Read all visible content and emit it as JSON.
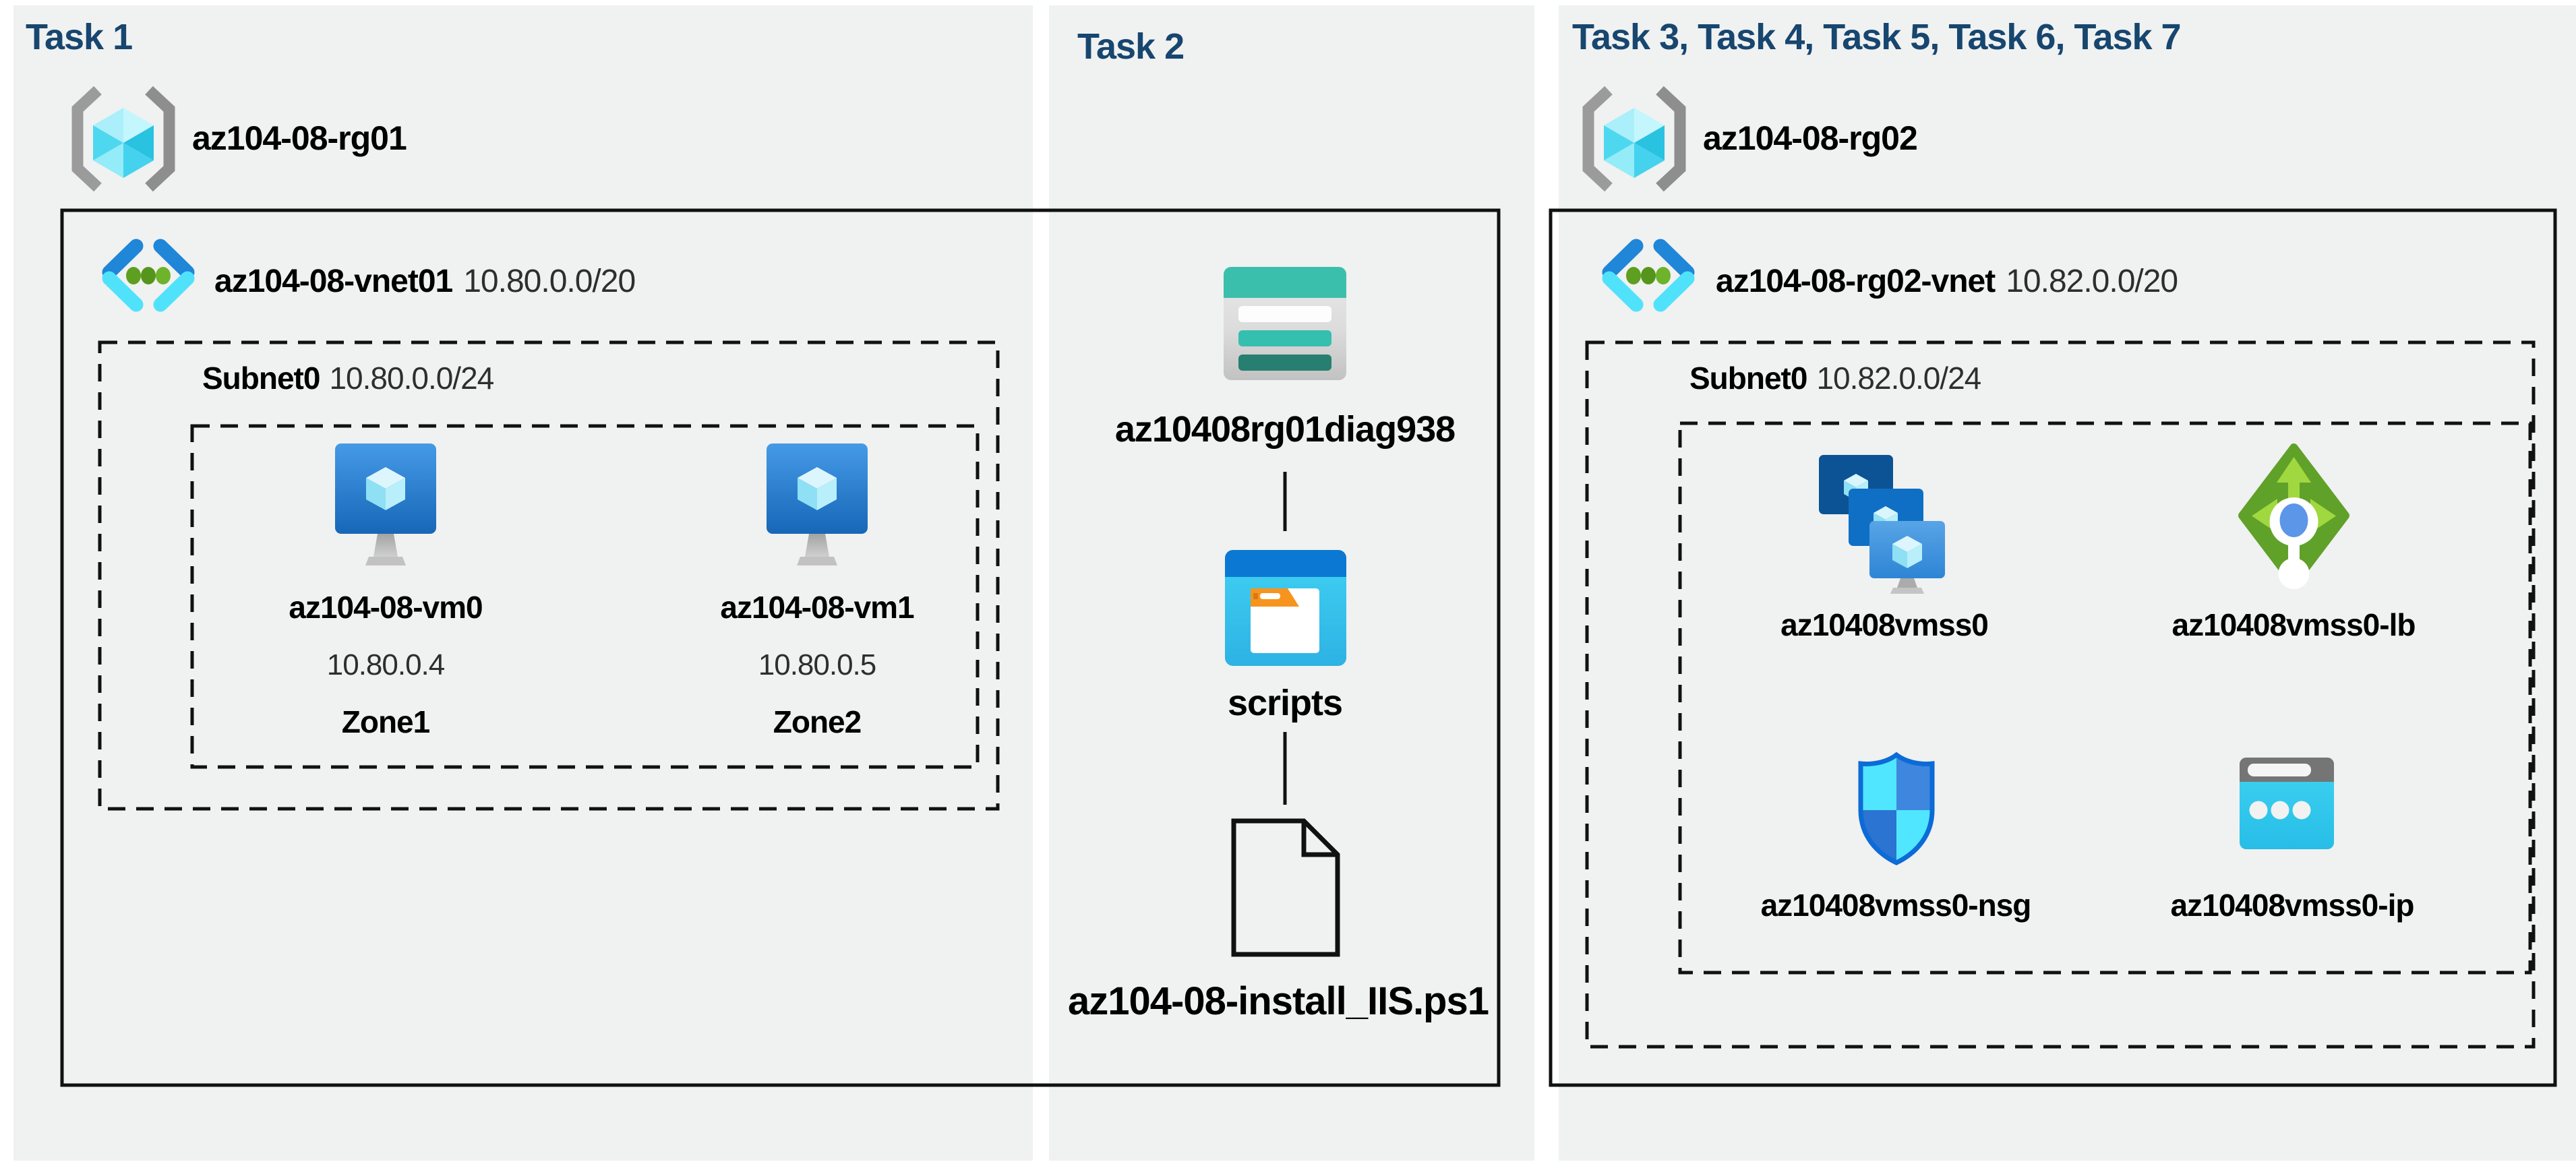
{
  "colors": {
    "background": "#ffffff",
    "panel": "#f0f1f1",
    "heading": "#17466f",
    "box_border": "#111111",
    "label": "#000000",
    "value": "#2e2e2e",
    "icon_azure_blue": "#1f86d8",
    "icon_cyan": "#50e6ff",
    "icon_green": "#60a129",
    "icon_teal": "#3bbfad",
    "icon_orange": "#f7941e"
  },
  "panels": {
    "task1": {
      "heading": "Task 1",
      "resource_group": "az104-08-rg01",
      "vnet_name": "az104-08-vnet01",
      "vnet_cidr": "10.80.0.0/20",
      "subnet_name": "Subnet0",
      "subnet_cidr": "10.80.0.0/24",
      "vm0": {
        "name": "az104-08-vm0",
        "ip": "10.80.0.4",
        "zone": "Zone1"
      },
      "vm1": {
        "name": "az104-08-vm1",
        "ip": "10.80.0.5",
        "zone": "Zone2"
      }
    },
    "task2": {
      "heading": "Task 2",
      "storage_account": "az10408rg01diag938",
      "container": "scripts",
      "script_file": "az104-08-install_IIS.ps1"
    },
    "task3": {
      "heading": "Task 3, Task 4, Task 5, Task 6, Task 7",
      "resource_group": "az104-08-rg02",
      "vnet_name": "az104-08-rg02-vnet",
      "vnet_cidr": "10.82.0.0/20",
      "subnet_name": "Subnet0",
      "subnet_cidr": "10.82.0.0/24",
      "vmss": "az10408vmss0",
      "load_balancer": "az10408vmss0-lb",
      "nsg": "az10408vmss0-nsg",
      "public_ip": "az10408vmss0-ip"
    }
  }
}
